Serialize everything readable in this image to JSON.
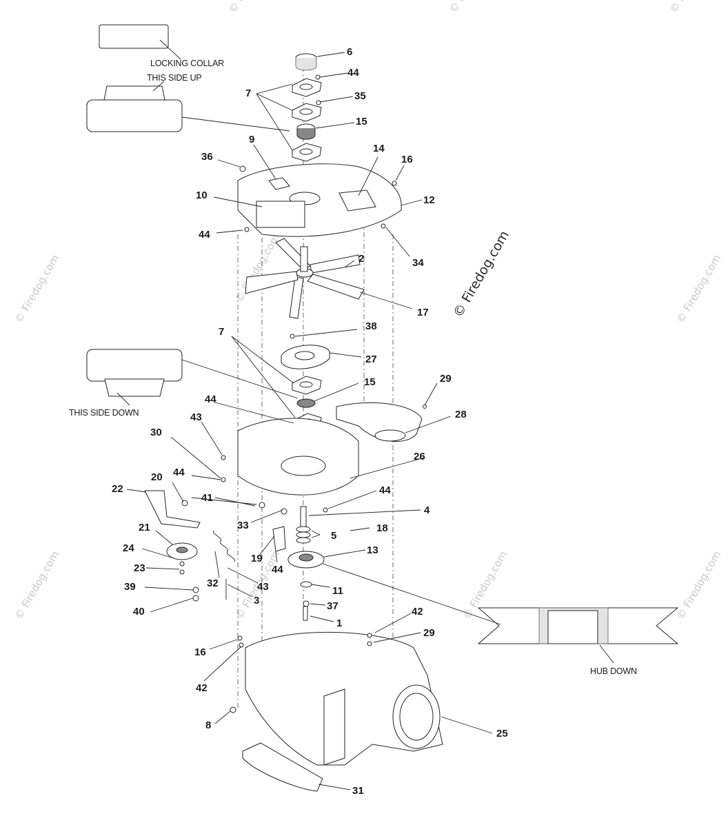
{
  "watermark": {
    "main": "© Firedog.com",
    "tile": "© Firedog.com"
  },
  "notes": {
    "locking_collar": "LOCKING COLLAR",
    "this_side_up": "THIS SIDE UP",
    "this_side_down": "THIS SIDE DOWN",
    "hub_down": "HUB DOWN"
  },
  "callouts": [
    "6",
    "44",
    "7",
    "35",
    "15",
    "9",
    "14",
    "16",
    "36",
    "10",
    "12",
    "44",
    "34",
    "2",
    "17",
    "7",
    "38",
    "27",
    "15",
    "29",
    "28",
    "44",
    "43",
    "30",
    "26",
    "44",
    "20",
    "44",
    "22",
    "41",
    "4",
    "21",
    "5",
    "18",
    "33",
    "24",
    "19",
    "13",
    "44",
    "23",
    "32",
    "43",
    "11",
    "39",
    "3",
    "40",
    "37",
    "1",
    "42",
    "29",
    "16",
    "42",
    "8",
    "25",
    "31"
  ]
}
